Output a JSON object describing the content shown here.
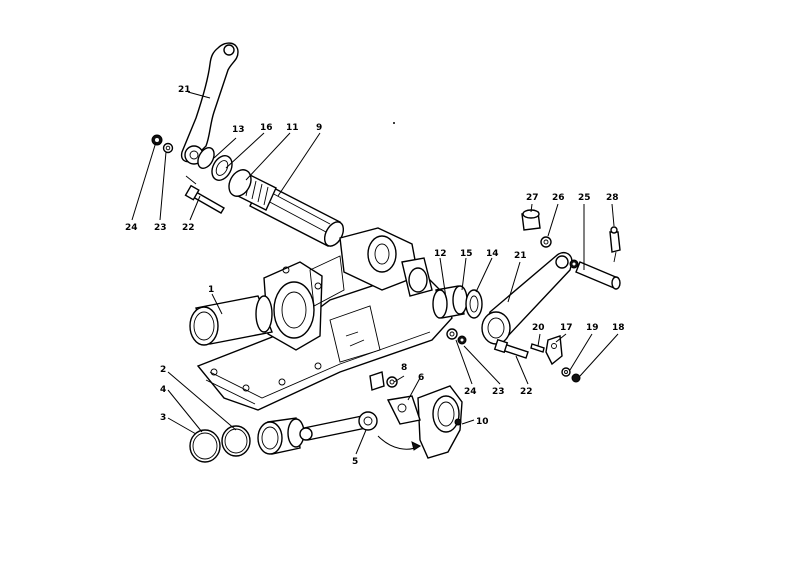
{
  "diagram": {
    "callouts": [
      {
        "id": "c1",
        "text": "1"
      },
      {
        "id": "c2",
        "text": "2"
      },
      {
        "id": "c3",
        "text": "3"
      },
      {
        "id": "c4",
        "text": "4"
      },
      {
        "id": "c5",
        "text": "5"
      },
      {
        "id": "c6",
        "text": "6"
      },
      {
        "id": "c8",
        "text": "8"
      },
      {
        "id": "c9",
        "text": "9"
      },
      {
        "id": "c10",
        "text": "10"
      },
      {
        "id": "c11",
        "text": "11"
      },
      {
        "id": "c12",
        "text": "12"
      },
      {
        "id": "c13",
        "text": "13"
      },
      {
        "id": "c14",
        "text": "14"
      },
      {
        "id": "c15",
        "text": "15"
      },
      {
        "id": "c16",
        "text": "16"
      },
      {
        "id": "c17",
        "text": "17"
      },
      {
        "id": "c18",
        "text": "18"
      },
      {
        "id": "c19",
        "text": "19"
      },
      {
        "id": "c20",
        "text": "20"
      },
      {
        "id": "c21a",
        "text": "21"
      },
      {
        "id": "c21b",
        "text": "21"
      },
      {
        "id": "c22a",
        "text": "22"
      },
      {
        "id": "c22b",
        "text": "22"
      },
      {
        "id": "c23a",
        "text": "23"
      },
      {
        "id": "c23b",
        "text": "23"
      },
      {
        "id": "c24a",
        "text": "24"
      },
      {
        "id": "c24b",
        "text": "24"
      },
      {
        "id": "c25",
        "text": "25"
      },
      {
        "id": "c26",
        "text": "26"
      },
      {
        "id": "c27",
        "text": "27"
      },
      {
        "id": "c28",
        "text": "28"
      }
    ]
  }
}
